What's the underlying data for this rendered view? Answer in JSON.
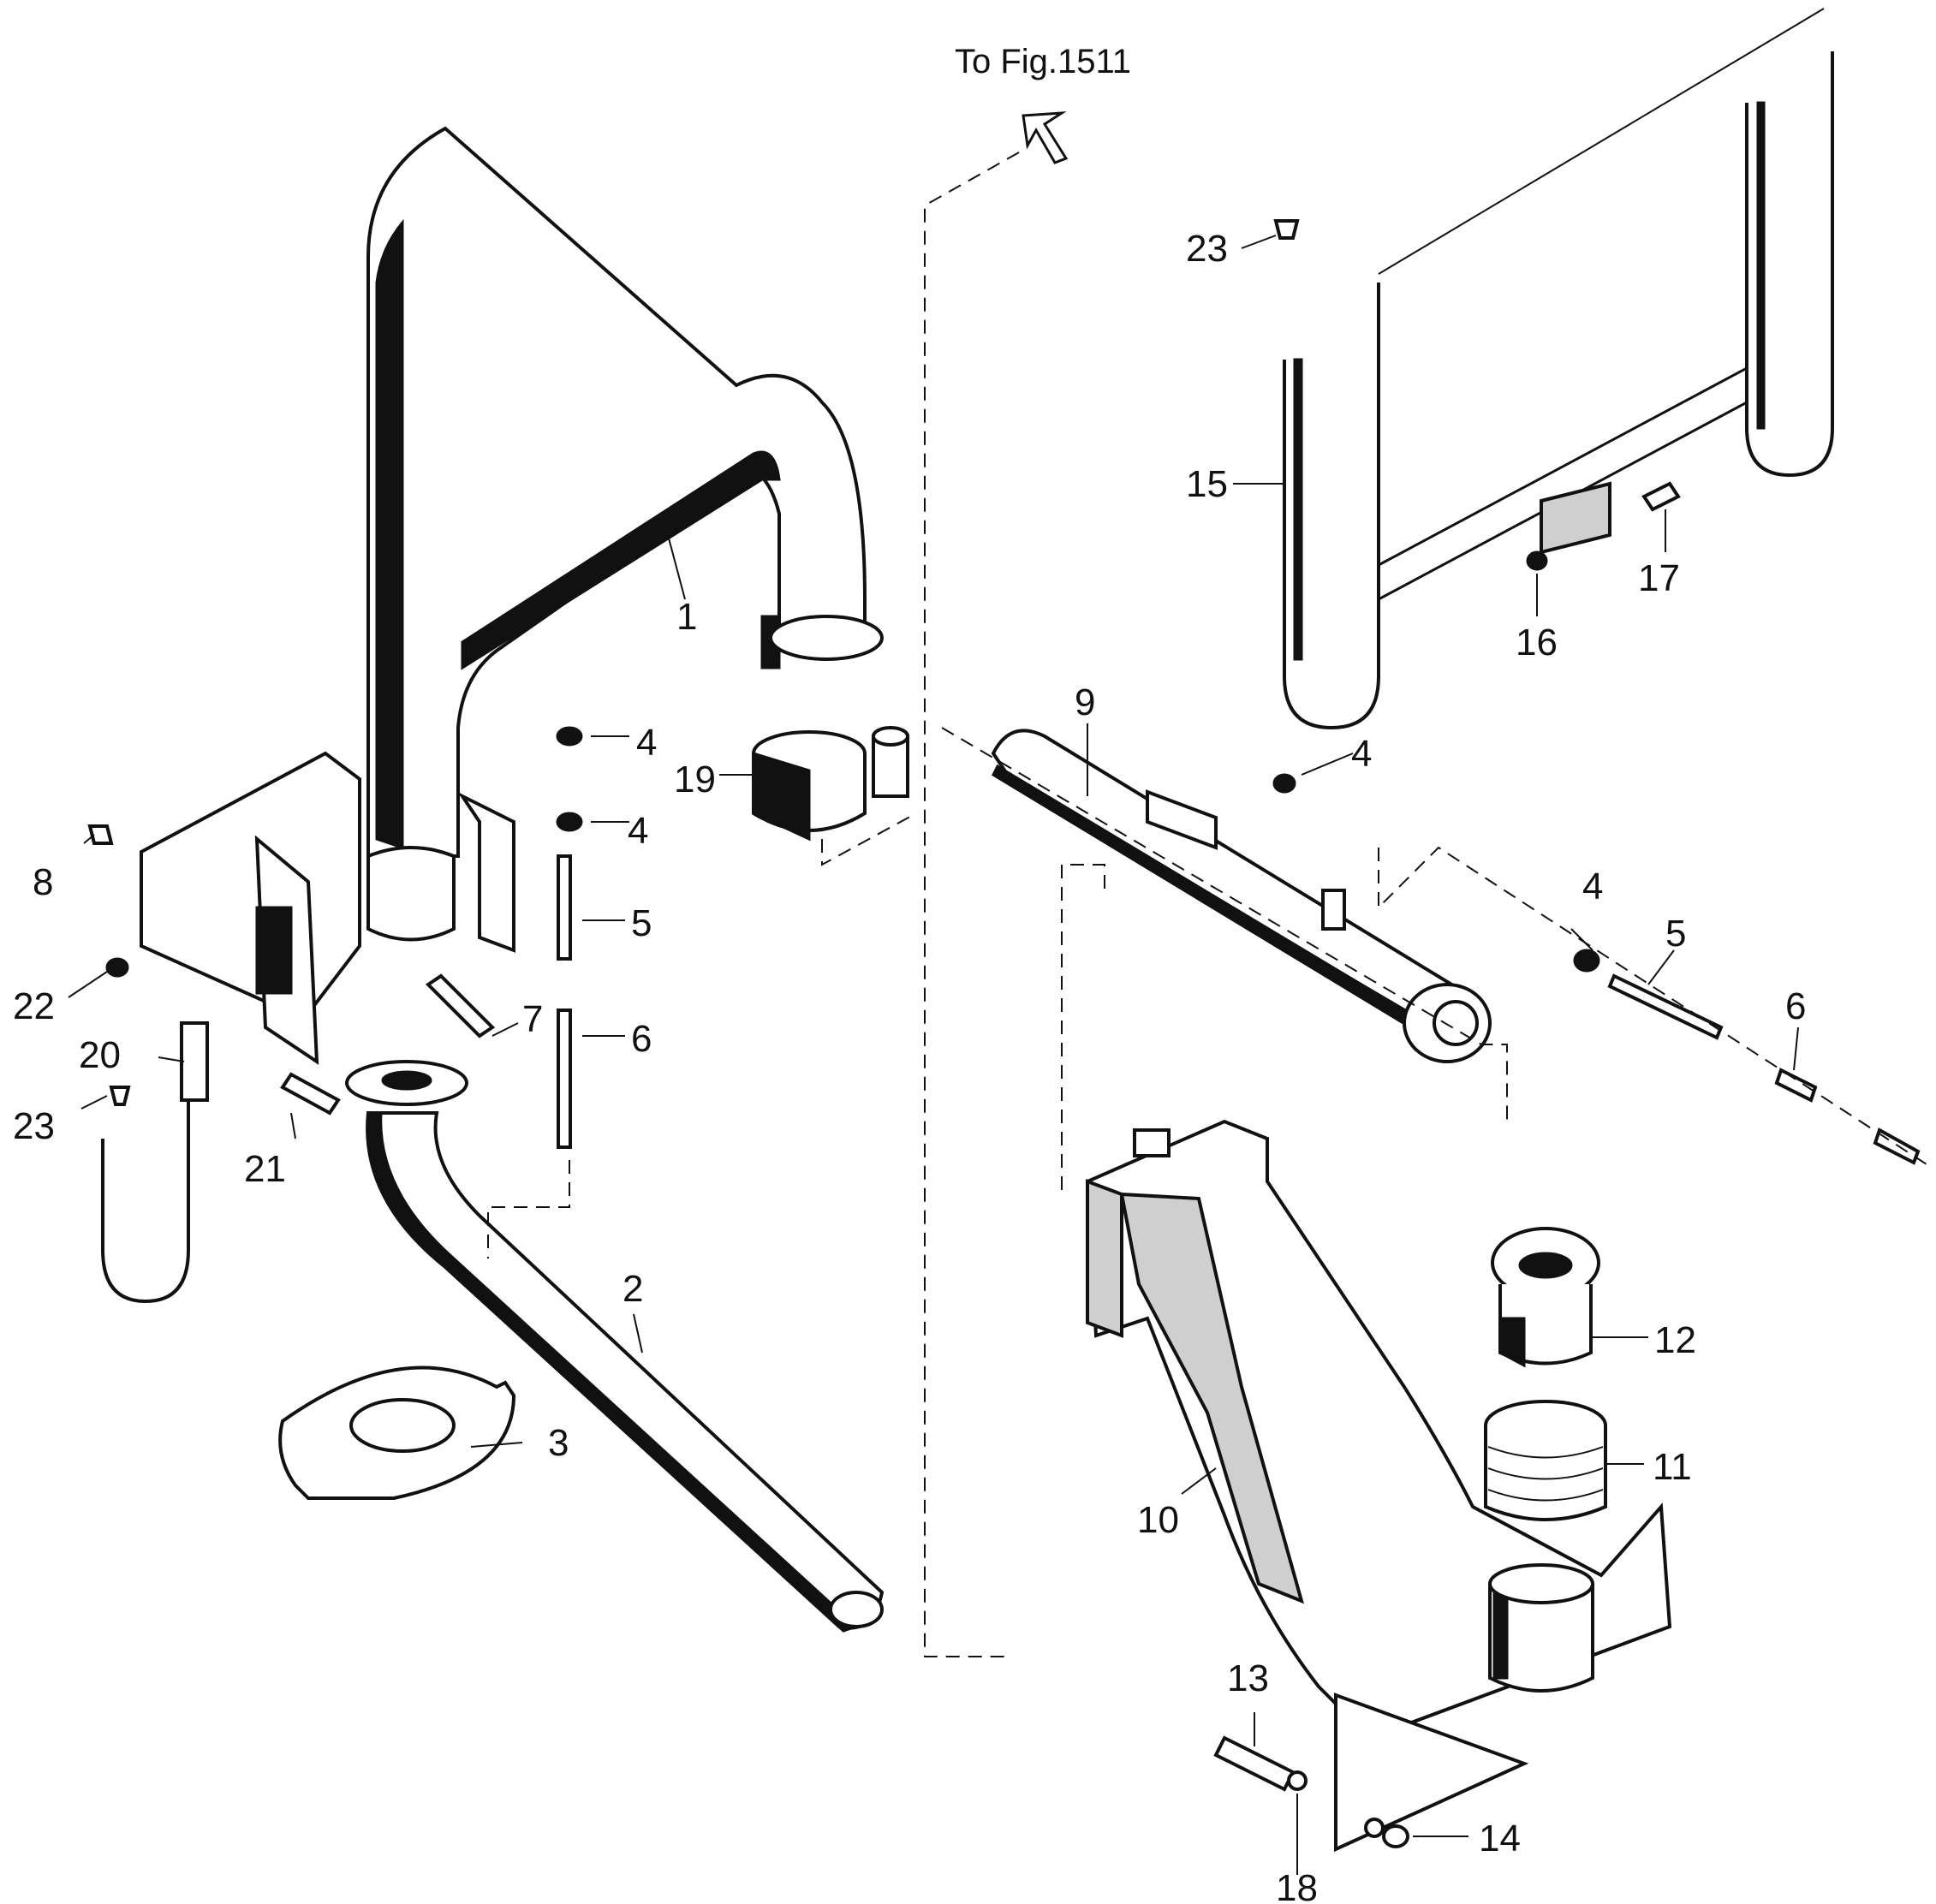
{
  "figure": {
    "reference": "To Fig.1511",
    "callouts": [
      {
        "id": "c1",
        "text": "1"
      },
      {
        "id": "c2",
        "text": "2"
      },
      {
        "id": "c3",
        "text": "3"
      },
      {
        "id": "c4a",
        "text": "4"
      },
      {
        "id": "c4b",
        "text": "4"
      },
      {
        "id": "c4c",
        "text": "4"
      },
      {
        "id": "c4d",
        "text": "4"
      },
      {
        "id": "c5a",
        "text": "5"
      },
      {
        "id": "c5b",
        "text": "5"
      },
      {
        "id": "c6a",
        "text": "6"
      },
      {
        "id": "c6b",
        "text": "6"
      },
      {
        "id": "c7",
        "text": "7"
      },
      {
        "id": "c8",
        "text": "8"
      },
      {
        "id": "c9",
        "text": "9"
      },
      {
        "id": "c10",
        "text": "10"
      },
      {
        "id": "c11",
        "text": "11"
      },
      {
        "id": "c12",
        "text": "12"
      },
      {
        "id": "c13",
        "text": "13"
      },
      {
        "id": "c14",
        "text": "14"
      },
      {
        "id": "c15",
        "text": "15"
      },
      {
        "id": "c16",
        "text": "16"
      },
      {
        "id": "c17",
        "text": "17"
      },
      {
        "id": "c18",
        "text": "18"
      },
      {
        "id": "c19",
        "text": "19"
      },
      {
        "id": "c20",
        "text": "20"
      },
      {
        "id": "c21",
        "text": "21"
      },
      {
        "id": "c22",
        "text": "22"
      },
      {
        "id": "c23a",
        "text": "23"
      },
      {
        "id": "c23b",
        "text": "23"
      }
    ]
  }
}
